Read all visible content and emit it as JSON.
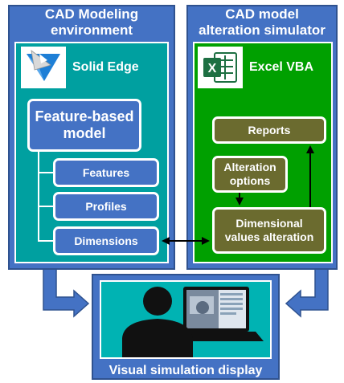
{
  "left_panel": {
    "title_line1": "CAD Modeling",
    "title_line2": "environment",
    "app_name": "Solid Edge",
    "root_box": "Feature-based model",
    "items": [
      "Features",
      "Profiles",
      "Dimensions"
    ]
  },
  "right_panel": {
    "title_line1": "CAD model",
    "title_line2": "alteration simulator",
    "app_name": "Excel VBA",
    "boxes": {
      "reports": "Reports",
      "alteration_options": "Alteration options",
      "dimensional_alteration": "Dimensional values alteration"
    }
  },
  "display_panel": {
    "caption": "Visual simulation display"
  },
  "colors": {
    "panel_blue": "#4472c4",
    "teal": "#00a0a0",
    "green": "#00a000",
    "olive": "#6b6b2f",
    "display_teal": "#00b3b3"
  },
  "icons": {
    "solid_edge": "solid-edge-logo-icon",
    "excel": "excel-logo-icon",
    "user_at_monitor": "user-at-monitor-icon"
  }
}
